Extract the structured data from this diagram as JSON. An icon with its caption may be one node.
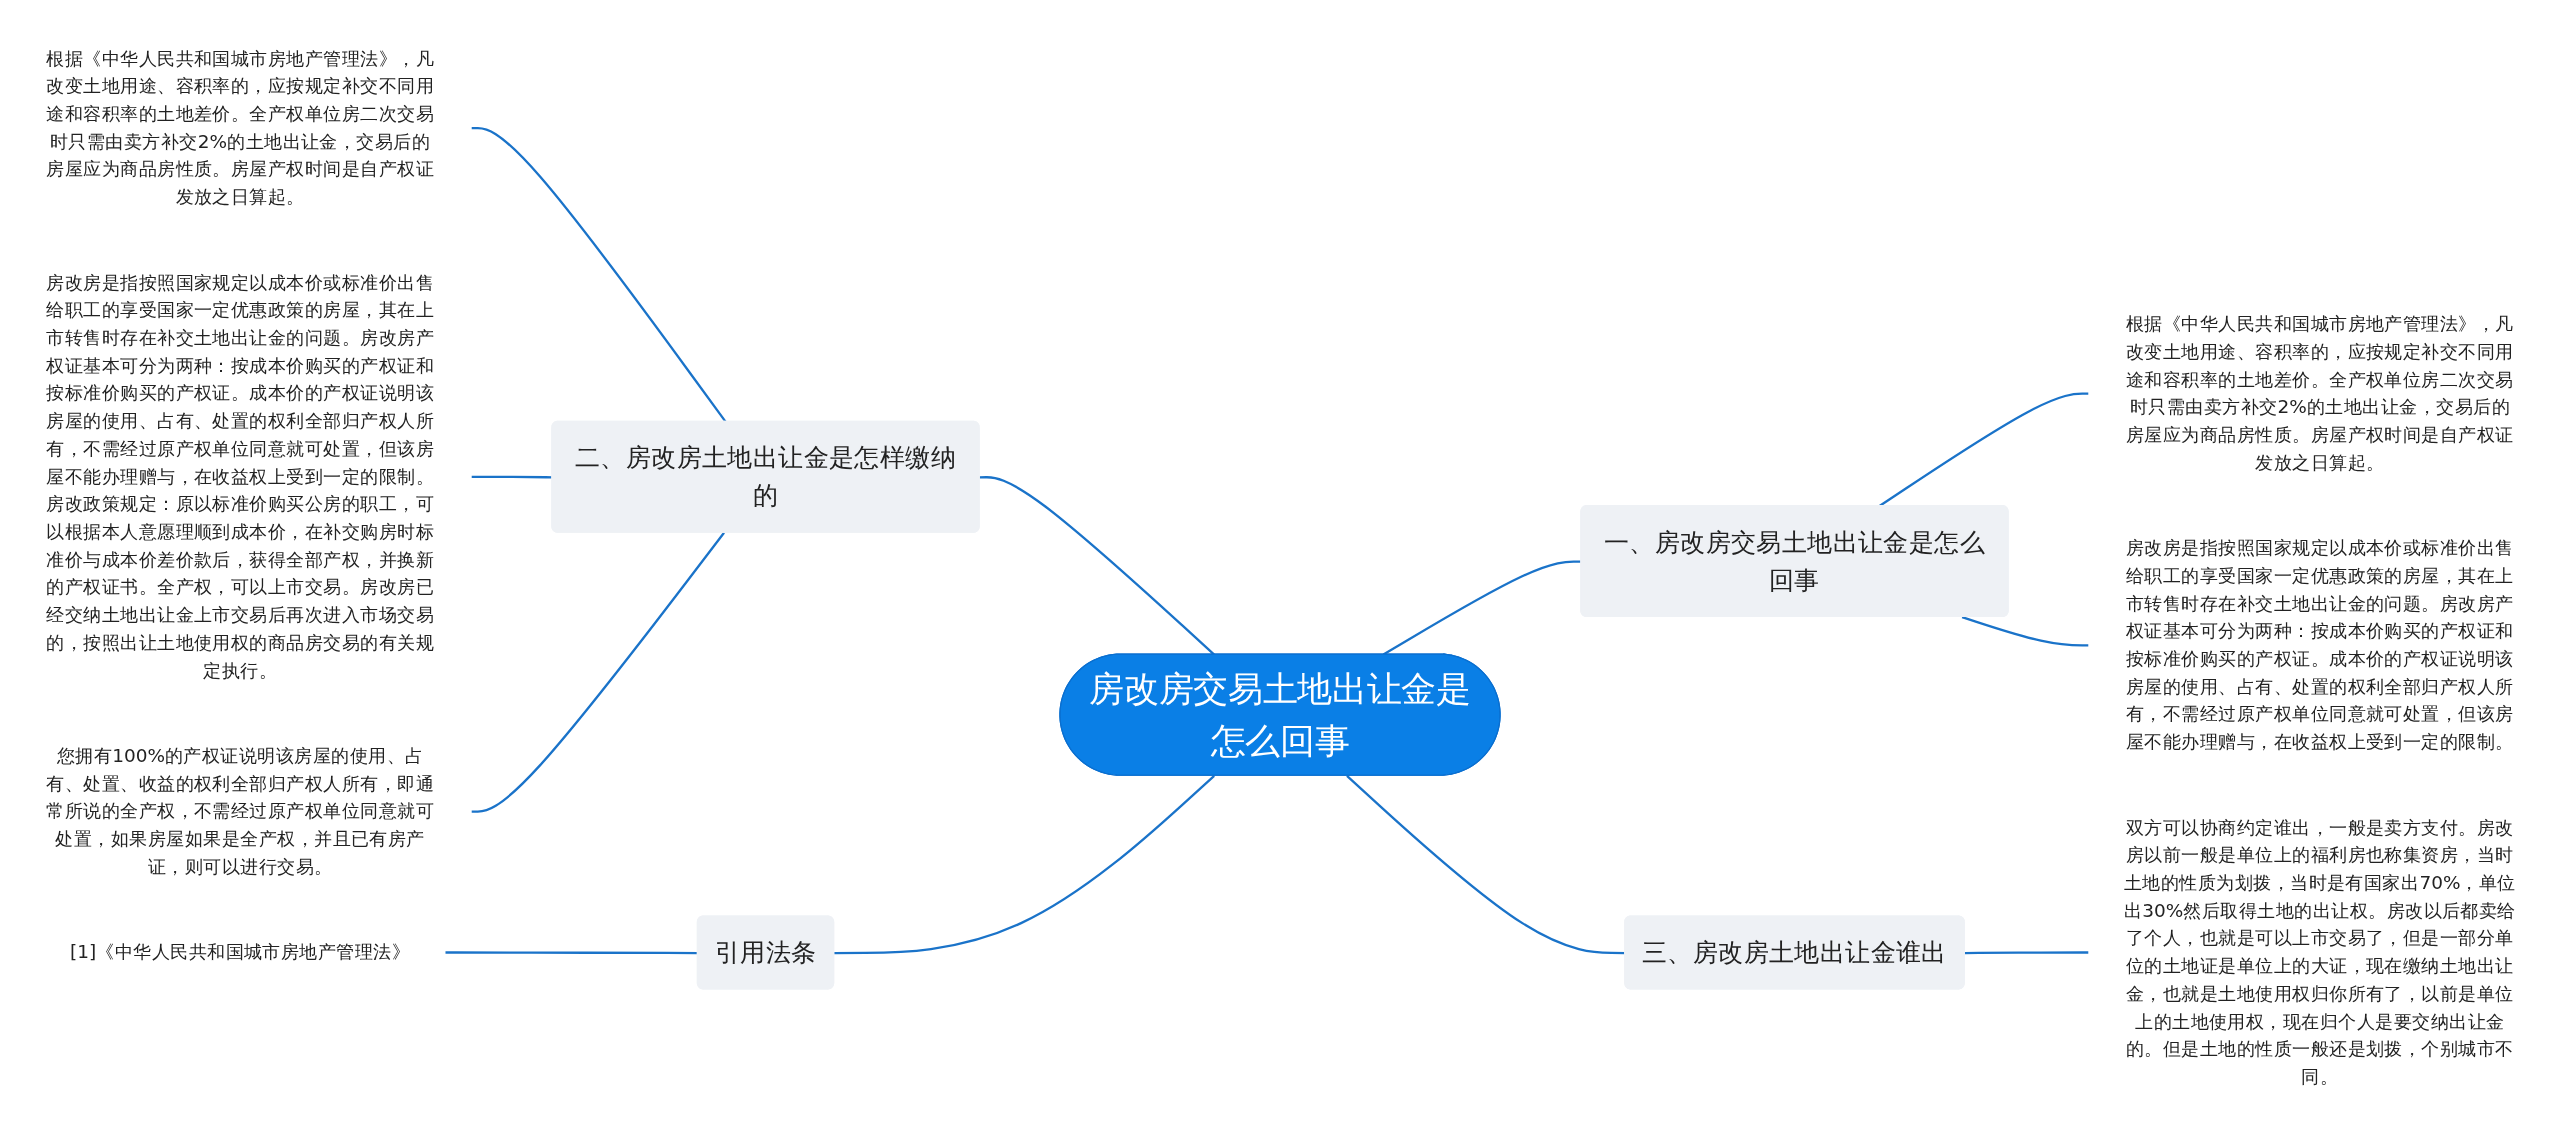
{
  "diagram": {
    "nodes": [
      {
        "text": [
          "房改房交易土地出让金是怎么回事"
        ]
      },
      {
        "text": [
          "一、房改房交易土地出让金是怎么回事"
        ]
      },
      {
        "text": [
          "根据《中华人民共和国城市房地产管理法》，凡改变土地用途、容积率的，应按规定补交不同用途和容积率的土地差价。全产权单位房二次交易时只需由卖方补交2%的土地出让金，交易后的房屋应为商品房性质。房屋产权时间是自产权证发放之日算起。"
        ]
      },
      {
        "text": [
          "房改房是指按照国家规定以成本价或标准价出售给职工的享受国家一定优惠政策的房屋，其在上市转售时存在补交土地出让金的问题。房改房产权证基本可分为两种：按成本价购买的产权证和按标准价购买的产权证。成本价的产权证说明该房屋的使用、占有、处置的权利全部归产权人所有，不需经过原产权单位同意就可处置，但该房屋不能办理赠与，在收益权上受到一定的限制。"
        ]
      },
      {
        "text": [
          "二、房改房土地出让金是怎样缴纳的"
        ]
      },
      {
        "text": [
          "根据《中华人民共和国城市房地产管理法》，凡改变土地用途、容积率的，应按规定补交不同用途和容积率的土地差价。全产权单位房二次交易时只需由卖方补交2%的土地出让金，交易后的房屋应为商品房性质。房屋产权时间是自产权证发放之日算起。"
        ]
      },
      {
        "text": [
          "房改房是指按照国家规定以成本价或标准价出售给职工的享受国家一定优惠政策的房屋，其在上市转售时存在补交土地出让金的问题。房改房产权证基本可分为两种：按成本价购买的产权证和按标准价购买的产权证。成本价的产权证说明该房屋的使用、占有、处置的权利全部归产权人所有，不需经过原产权单位同意就可处置，但该房屋不能办理赠与，在收益权上受到一定的限制。房改政策规定：原以标准价购买公房的职工，可以根据本人意愿理顺到成本价，在补交购房时标准价与成本价差价款后，获得全部产权，并换新的产权证书。全产权，可以上市交易。房改房已经交纳土地出让金上市交易后再次进入市场交易的，按照出让土地使用权的商品房交易的有关规定执行。"
        ]
      },
      {
        "text": [
          "您拥有100%的产权证说明该房屋的使用、占有、处置、收益的权利全部归产权人所有，即通常所说的全产权，不需经过原产权单位同意就可处置，如果房屋如果是全产权，并且已有房产证，则可以进行交易。"
        ]
      },
      {
        "text": [
          "三、房改房土地出让金谁出"
        ]
      },
      {
        "text": [
          "双方可以协商约定谁出，一般是卖方支付。房改房以前一般是单位上的福利房也称集资房，当时土地的性质为划拨，当时是有国家出70%，单位出30%然后取得土地的出让权。房改以后都卖给了个人，也就是可以上市交易了，但是一部分单位的土地证是单位上的大证，现在缴纳土地出让金，也就是土地使用权归你所有了，以前是单位上的土地使用权，现在归个人是要交纳出让金的。但是土地的性质一般还是划拨，个别城市不同。"
        ]
      },
      {
        "text": [
          "引用法条"
        ]
      },
      {
        "text": [
          "[1]《中华人民共和国城市房地产管理法》"
        ]
      }
    ],
    "edges": [
      {
        "from": 0,
        "to": 1,
        "arrow": "none"
      },
      {
        "from": 1,
        "to": 2,
        "arrow": "none"
      },
      {
        "from": 1,
        "to": 3,
        "arrow": "none"
      },
      {
        "from": 5,
        "to": 4,
        "arrow": "none"
      },
      {
        "from": 6,
        "to": 4,
        "arrow": "none"
      },
      {
        "from": 7,
        "to": 4,
        "arrow": "none"
      },
      {
        "from": 4,
        "to": 0,
        "arrow": "none"
      },
      {
        "from": 0,
        "to": 8,
        "arrow": "none"
      },
      {
        "from": 8,
        "to": 9,
        "arrow": "none"
      },
      {
        "from": 11,
        "to": 10,
        "arrow": "none"
      },
      {
        "from": 10,
        "to": 0,
        "arrow": "none"
      }
    ]
  }
}
